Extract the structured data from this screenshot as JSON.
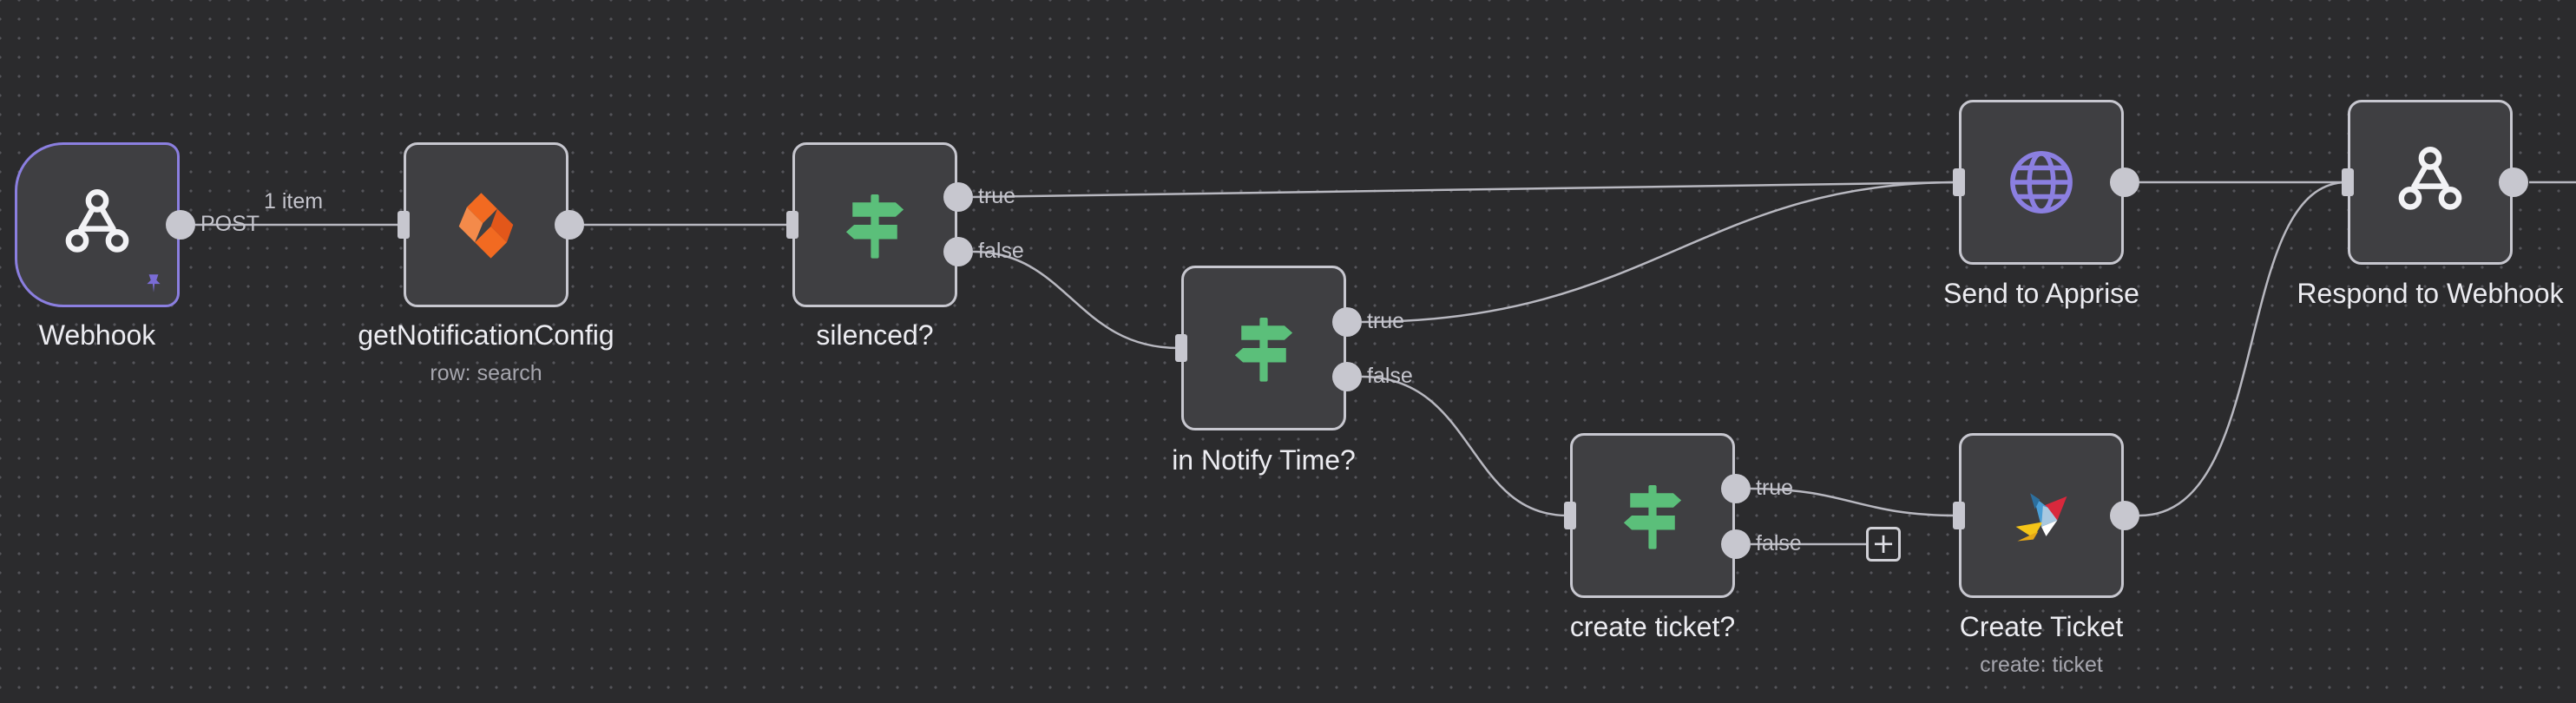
{
  "canvas": {
    "nodes": {
      "webhook": {
        "label": "Webhook",
        "icon": "webhook-icon",
        "pinned": true
      },
      "getNotificationConfig": {
        "label": "getNotificationConfig",
        "subtitle": "row: search",
        "icon": "table-db-icon"
      },
      "silenced": {
        "label": "silenced?",
        "icon": "signpost-icon"
      },
      "inNotifyTime": {
        "label": "in Notify Time?",
        "icon": "signpost-icon"
      },
      "createTicketCheck": {
        "label": "create ticket?",
        "icon": "signpost-icon"
      },
      "sendToApprise": {
        "label": "Send to Apprise",
        "icon": "globe-icon"
      },
      "createTicket": {
        "label": "Create Ticket",
        "subtitle": "create: ticket",
        "icon": "bird-logo-icon"
      },
      "respondToWebhook": {
        "label": "Respond to Webhook",
        "icon": "webhook-icon"
      }
    },
    "edges": {
      "webhook_method": "POST",
      "webhook_item_count": "1 item",
      "silenced_true": "true",
      "silenced_false": "false",
      "notify_true": "true",
      "notify_false": "false",
      "ticket_true": "true",
      "ticket_false": "false"
    },
    "add_node_symbol": "+"
  },
  "colors": {
    "background": "#2b2b2d",
    "grid_dot": "#545459",
    "node_fill": "#3f3f42",
    "node_border": "#c7c7cf",
    "trigger_border": "#8b7fe0",
    "if_icon": "#5bbf7a",
    "globe_icon": "#8b7fe0",
    "db_icon": "#f26a21",
    "edge": "#b8b8c0"
  }
}
